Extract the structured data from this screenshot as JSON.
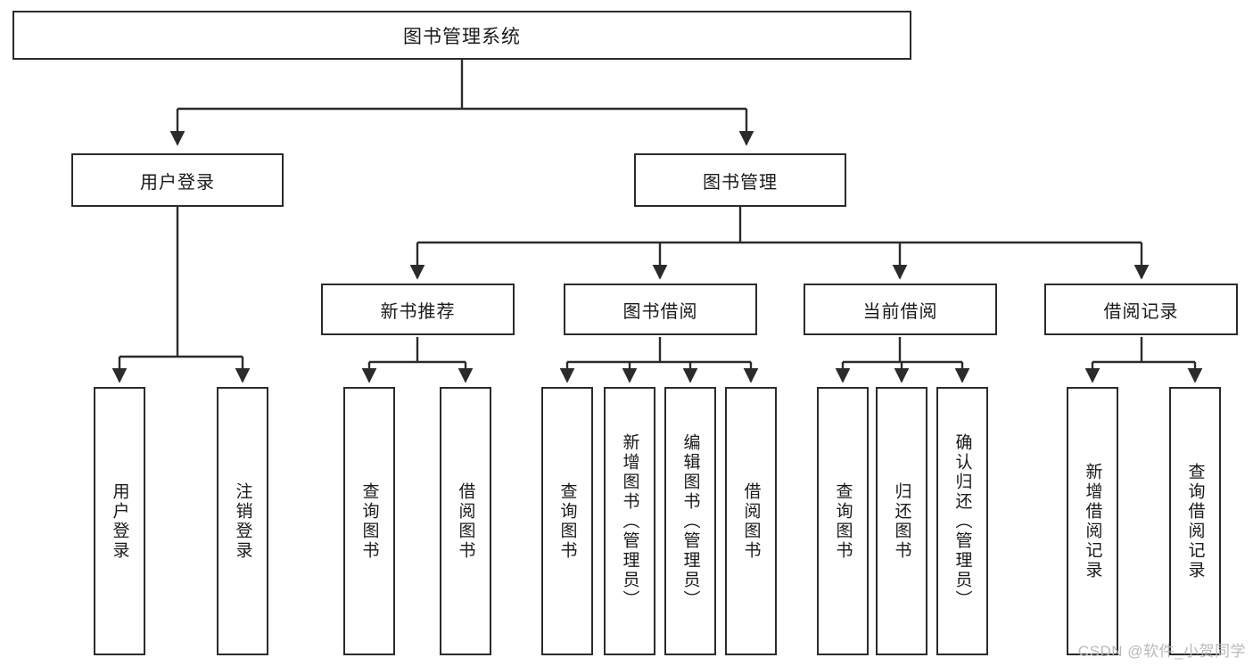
{
  "diagram": {
    "title": "图书管理系统",
    "type": "tree-hierarchy",
    "root": {
      "label": "图书管理系统"
    },
    "level2": [
      {
        "label": "用户登录"
      },
      {
        "label": "图书管理"
      }
    ],
    "level3": [
      {
        "label": "新书推荐"
      },
      {
        "label": "图书借阅"
      },
      {
        "label": "当前借阅"
      },
      {
        "label": "借阅记录"
      }
    ],
    "leaves": {
      "user_login": [
        {
          "label": "用户登录"
        },
        {
          "label": "注销登录"
        }
      ],
      "new_book_recommend": [
        {
          "label": "查询图书"
        },
        {
          "label": "借阅图书"
        }
      ],
      "book_borrow": [
        {
          "label": "查询图书"
        },
        {
          "label": "新增图书（管理员）"
        },
        {
          "label": "编辑图书（管理员）"
        },
        {
          "label": "借阅图书"
        }
      ],
      "current_borrow": [
        {
          "label": "查询图书"
        },
        {
          "label": "归还图书"
        },
        {
          "label": "确认归还（管理员）"
        }
      ],
      "borrow_record": [
        {
          "label": "新增借阅记录"
        },
        {
          "label": "查询借阅记录"
        }
      ]
    }
  },
  "watermark": {
    "text": "CSDN @软件_小贺同学"
  },
  "colors": {
    "border": "#2b2b2b",
    "background": "#ffffff",
    "text": "#1a1a1a",
    "watermark": "#b9b9b9"
  }
}
